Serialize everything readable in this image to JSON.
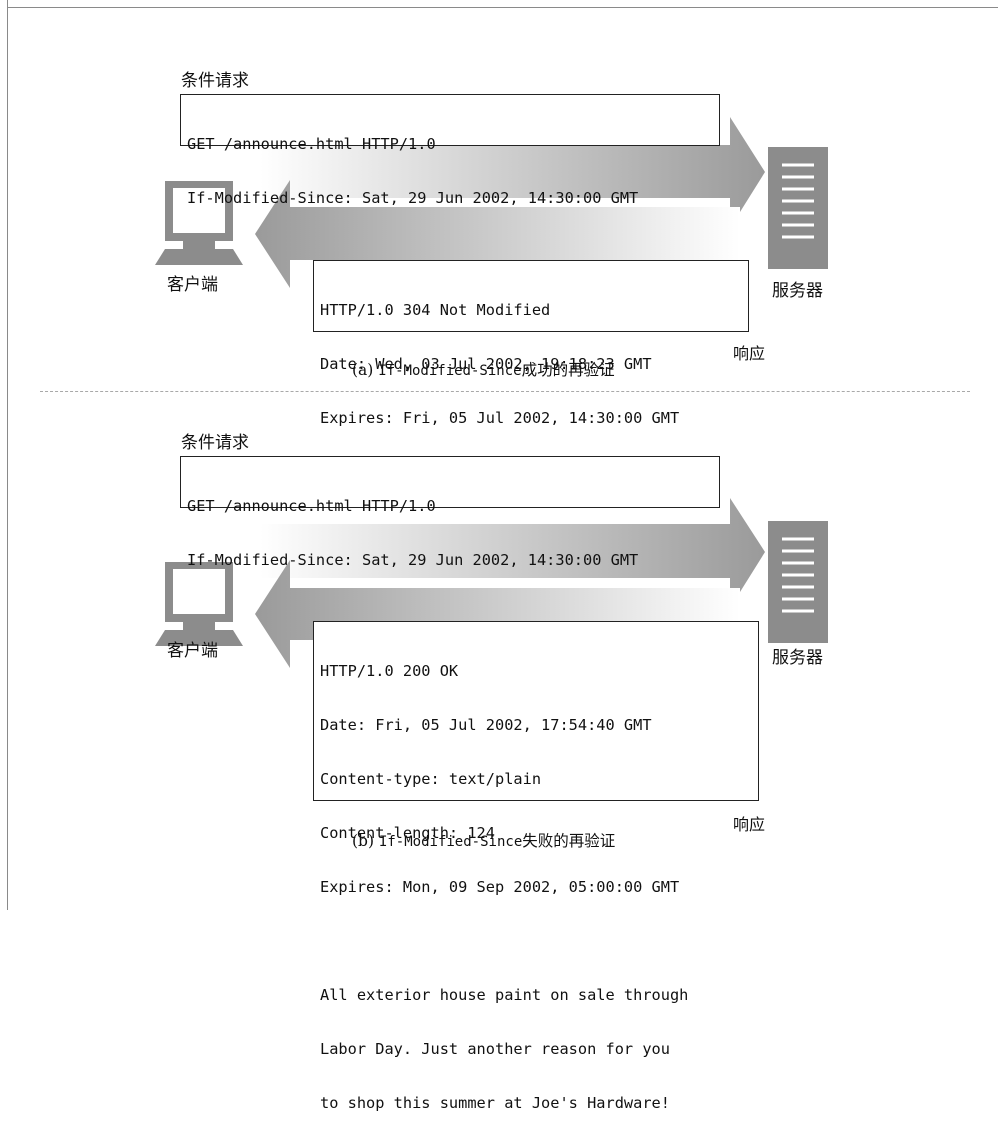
{
  "panels": [
    {
      "request_label": "条件请求",
      "request_lines": [
        "GET /announce.html HTTP/1.0",
        "If-Modified-Since: Sat, 29 Jun 2002, 14:30:00 GMT"
      ],
      "client_label": "客户端",
      "server_label": "服务器",
      "response_lines": [
        "HTTP/1.0 304 Not Modified",
        "Date: Wed, 03 Jul 2002, 19:18:23 GMT",
        "Expires: Fri, 05 Jul 2002, 14:30:00 GMT"
      ],
      "response_label": "响应",
      "caption_prefix": "(a) ",
      "caption_code": "If-Modified-Since",
      "caption_suffix": "成功的再验证"
    },
    {
      "request_label": "条件请求",
      "request_lines": [
        "GET /announce.html HTTP/1.0",
        "If-Modified-Since: Sat, 29 Jun 2002, 14:30:00 GMT"
      ],
      "client_label": "客户端",
      "server_label": "服务器",
      "response_lines": [
        "HTTP/1.0 200 OK",
        "Date: Fri, 05 Jul 2002, 17:54:40 GMT",
        "Content-type: text/plain",
        "Content-length: 124",
        "Expires: Mon, 09 Sep 2002, 05:00:00 GMT",
        "",
        "All exterior house paint on sale through",
        "Labor Day. Just another reason for you",
        "to shop this summer at Joe's Hardware!"
      ],
      "response_label": "响应",
      "caption_prefix": "(b) ",
      "caption_code": "If-Modified-Since",
      "caption_suffix": "失败的再验证"
    }
  ],
  "colors": {
    "frame": "#8a8a8a",
    "arrow_dark": "#9a9a9a",
    "arrow_light": "#ffffff",
    "icon_gray": "#8c8c8c",
    "divider": "#a9a9a9"
  },
  "icons": {
    "client": "computer-monitor-icon",
    "server": "server-tower-icon"
  }
}
